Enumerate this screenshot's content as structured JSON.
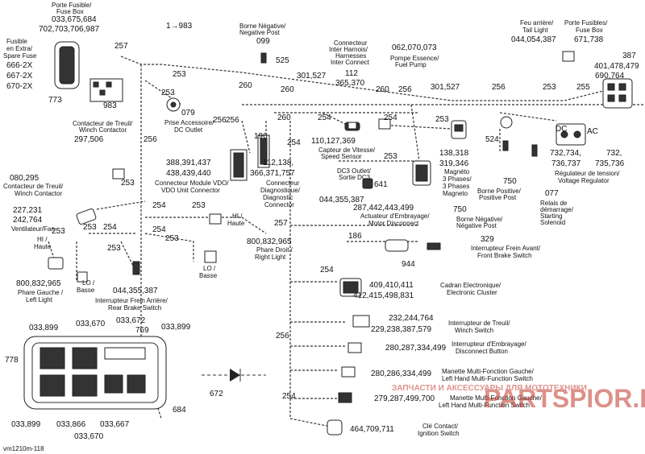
{
  "wires": [
    {
      "t": "257"
    },
    {
      "t": "253"
    },
    {
      "t": "253"
    },
    {
      "t": "256"
    },
    {
      "t": "260"
    },
    {
      "t": "260"
    },
    {
      "t": "301,527"
    },
    {
      "t": "260"
    },
    {
      "t": "256"
    },
    {
      "t": "301,527"
    },
    {
      "t": "256"
    },
    {
      "t": "253"
    },
    {
      "t": "255"
    },
    {
      "t": "260"
    },
    {
      "t": "254"
    },
    {
      "t": "254"
    },
    {
      "t": "253"
    },
    {
      "t": "253"
    },
    {
      "t": "196"
    },
    {
      "t": "256"
    },
    {
      "t": "256"
    },
    {
      "t": "253"
    },
    {
      "t": "254"
    },
    {
      "t": "253"
    },
    {
      "t": "254"
    },
    {
      "t": "253"
    },
    {
      "t": "253"
    },
    {
      "t": "253"
    },
    {
      "t": "253"
    },
    {
      "t": "257"
    },
    {
      "t": "186"
    },
    {
      "t": "254"
    },
    {
      "t": "256"
    },
    {
      "t": "254"
    },
    {
      "t": "525"
    },
    {
      "t": "1→983"
    }
  ],
  "labels": {
    "fuse_top": [
      "Porte Fusible/",
      "Fuse Box"
    ],
    "fuse_top_nums": [
      "033,675,684",
      "702,703,706,987"
    ],
    "fuse_spare": [
      "Fusible",
      "en Extra/",
      "Spare Fuse"
    ],
    "fuse_spare_nums": [
      "666-2X",
      "667-2X",
      "670-2X"
    ],
    "n773": "773",
    "n983": "983",
    "neg_post": [
      "Borne Négative/",
      "Negative Post"
    ],
    "n099": "099",
    "harness_conn": [
      "Connecteur",
      "Inter Harnois/",
      "Harnesses",
      "Inter Connect"
    ],
    "harness_nums": [
      "112",
      "365,370"
    ],
    "fuel_nums": "062,070,073",
    "fuel_pump": [
      "Pompe Essence/",
      "Fuel Pump"
    ],
    "tail_light": [
      "Feu arrière/",
      "Tail Light"
    ],
    "tail_nums": "044,054,387",
    "fusebox2": [
      "Porte Fusibles/",
      "Fuse Box"
    ],
    "fusebox2_nums": "671,738",
    "n387": "387",
    "n401": "401,478,479",
    "n690": "690,764",
    "dc": "DC",
    "ac": "AC",
    "acc_outlet_num": "079",
    "acc_outlet": [
      "Prise Accessoire/",
      "DC Outlet"
    ],
    "winch_contactor_top": [
      "Contacteur de Treuil/",
      "Winch Contactor"
    ],
    "winch_top_nums": "297,506",
    "speed_nums": "110,127,369",
    "speed_sensor": [
      "Capteur de Vitesse/",
      "Speed Sensor"
    ],
    "magneto_nums": [
      "138,318",
      "319,346"
    ],
    "magneto": [
      "Magnéto",
      "3 Phases/",
      "3 Phases",
      "Magneto"
    ],
    "n524": "524",
    "n750a": "750",
    "pos_post": [
      "Borne Positive/",
      "Positive Post"
    ],
    "reg_nums": [
      "732,734,",
      "736,737"
    ],
    "reg_nums2": [
      "732,",
      "735,736"
    ],
    "regulator": [
      "Régulateur de tension/",
      "Voltage Regulator"
    ],
    "n077": "077",
    "starter": [
      "Relais de",
      "démarrage/",
      "Starting",
      "Solenoid"
    ],
    "vdo_nums": [
      "388,391,437",
      "438,439,440"
    ],
    "vdo": [
      "Connecteur Module VDO/",
      "VDO Unit Connector"
    ],
    "diag_nums": [
      "112,138,",
      "366,371,757"
    ],
    "diag": [
      "Connecteur",
      "Diagnostique/",
      "Diagnostic",
      "Connector"
    ],
    "dc3": [
      "DC3 Outlet/",
      "Sortie DC3"
    ],
    "n641": "641",
    "dc3_nums": "044,355,387",
    "actuator_nums": "287,442,443,499",
    "actuator": [
      "Actuateur d'Embrayage/",
      "Motor Disconnect"
    ],
    "n750b": "750",
    "neg_post2": [
      "Borne Négative/",
      "Négative Post"
    ],
    "winch_contactor": [
      "Contacteur de Treuil/",
      "Winch Contactor"
    ],
    "winch_nums": "080,295",
    "fan_nums": [
      "227,231",
      "242,764"
    ],
    "fan": [
      "Ventilateur/Fan"
    ],
    "hi_left": [
      "HI /",
      "Haute"
    ],
    "headlight_left_nums": "800,832,965",
    "headlight_left": [
      "Phare Gauche /",
      "Left Light"
    ],
    "lo_left": [
      "LO /",
      "Basse"
    ],
    "rear_brake_nums": "044,355,387",
    "rear_brake": [
      "Interrupteur Frein Arrière/",
      "Rear Brake Switch"
    ],
    "hi_right": [
      "HI /",
      "Haute"
    ],
    "lo_right": [
      "LO /",
      "Basse"
    ],
    "headlight_right_nums": "800,832,965",
    "headlight_right": [
      "Phare Droit /",
      "Right Light"
    ],
    "n329": "329",
    "front_brake": [
      "Interrupteur Frein Avant/",
      "Front Brake Switch"
    ],
    "n944": "944",
    "cluster_nums": [
      "409,410,411",
      "412,415,498,831"
    ],
    "cluster": [
      "Cadran Electronique/",
      "Electronic Cluster"
    ],
    "winch_sw_nums": [
      "232,244,764",
      "229,238,387,579"
    ],
    "winch_sw": [
      "Interrupteur de Treuil/",
      "Winch Switch"
    ],
    "disc_nums": "280,287,334,499",
    "disc": [
      "Interrupteur d'Embrayage/",
      "Disconnect Button"
    ],
    "lh_nums": "280,286,334,499",
    "lh": [
      "Manette Multi-Fonction Gauche/",
      "Left Hand Multi-Function Switch"
    ],
    "rh_nums": "279,287,499,700",
    "rh": [
      "Manette Multi-Fonction Gauche/",
      "Left Hand Multi-Function Switch"
    ],
    "key_nums": "464,709,711",
    "key": [
      "Clé Contact/",
      "Ignition Switch"
    ],
    "ecm_top": [
      "033,899",
      "033,670",
      "033,672",
      "769",
      "033,899"
    ],
    "ecm_bottom": [
      "033,899",
      "033,866",
      "033,667",
      "033,670",
      "684"
    ],
    "n778": "778",
    "n672": "672",
    "ref": "vm1210m-118"
  },
  "watermark": {
    "sub": "ЗАПЧАСТИ И АКСЕССУАРЫ ДЛЯ МОТОТЕХНИКИ",
    "brand": "PARTSPIOR.RU"
  },
  "colors": {
    "line": "#333333",
    "watermark": "#c0392b"
  }
}
